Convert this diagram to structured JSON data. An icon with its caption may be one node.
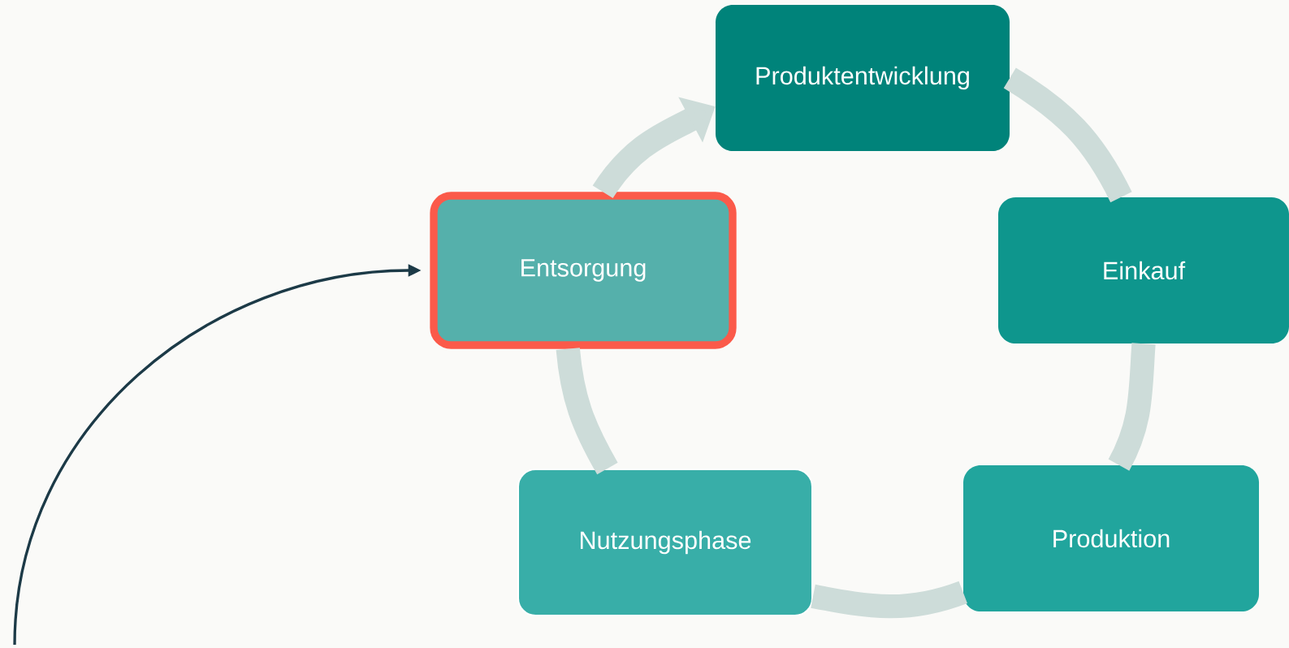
{
  "diagram": {
    "nodes": [
      {
        "text": [
          "Produktentwicklung"
        ]
      },
      {
        "text": [
          "Einkauf"
        ]
      },
      {
        "text": [
          "Produktion"
        ]
      },
      {
        "text": [
          "Nutzungsphase"
        ]
      },
      {
        "text": [
          "Entsorgung"
        ]
      }
    ],
    "edges": [
      {
        "from": 0,
        "to": 1,
        "arrow": "none"
      },
      {
        "from": 1,
        "to": 2,
        "arrow": "none"
      },
      {
        "from": 2,
        "to": 3,
        "arrow": "none"
      },
      {
        "from": 3,
        "to": 4,
        "arrow": "none"
      },
      {
        "from": 4,
        "to": 0,
        "arrow": "to"
      },
      {
        "from": null,
        "to": 4,
        "arrow": "to",
        "color": "#1c3a47"
      }
    ]
  }
}
